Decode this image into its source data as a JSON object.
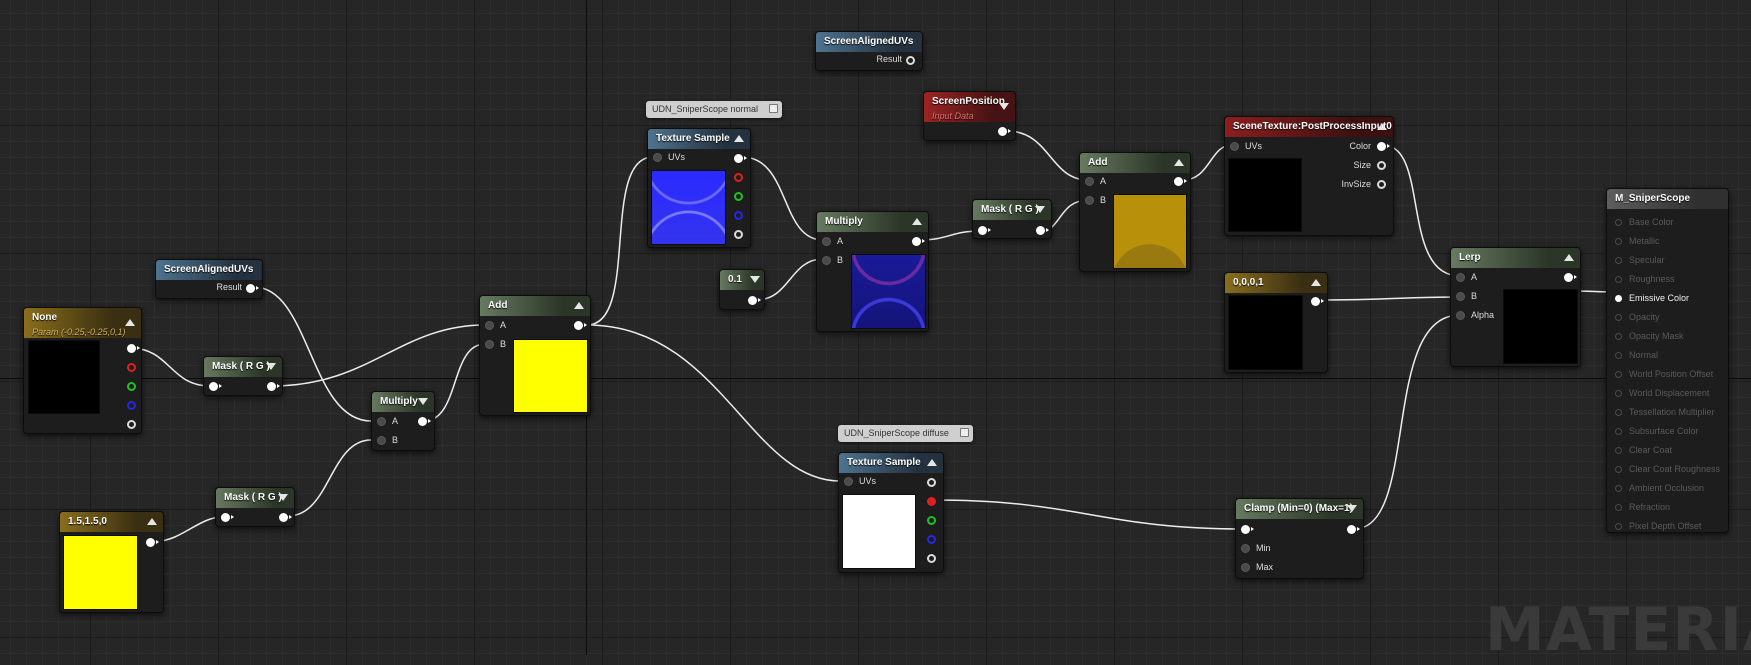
{
  "graph": {
    "watermark": "MATERIAL",
    "nodes": {
      "param_none": {
        "title": "None",
        "subtitle": "Param (-0.25,-0.25,0,1)"
      },
      "screen_uvs_left": {
        "title": "ScreenAlignedUVs",
        "result": "Result"
      },
      "screen_uvs_top": {
        "title": "ScreenAlignedUVs",
        "result": "Result"
      },
      "mask_rg_1": {
        "title": "Mask ( R G )"
      },
      "mask_rg_2": {
        "title": "Mask ( R G )"
      },
      "mask_rg_3": {
        "title": "Mask ( R G )"
      },
      "multiply_left": {
        "title": "Multiply",
        "pin_a": "A",
        "pin_b": "B"
      },
      "const_150": {
        "title": "1.5,1.5,0"
      },
      "add_center": {
        "title": "Add",
        "pin_a": "A",
        "pin_b": "B"
      },
      "tex_normal": {
        "comment": "UDN_SniperScope normal",
        "title": "Texture Sample",
        "uvs": "UVs"
      },
      "const_01": {
        "title": "0.1"
      },
      "multiply_mid": {
        "title": "Multiply",
        "pin_a": "A",
        "pin_b": "B"
      },
      "screen_position": {
        "title": "ScreenPosition",
        "subtitle": "Input Data"
      },
      "add_right": {
        "title": "Add",
        "pin_a": "A",
        "pin_b": "B"
      },
      "scene_texture": {
        "title": "SceneTexture:PostProcessInput0",
        "uvs": "UVs",
        "color": "Color",
        "size": "Size",
        "invsize": "InvSize"
      },
      "const_0001": {
        "title": "0,0,0,1"
      },
      "lerp": {
        "title": "Lerp",
        "pin_a": "A",
        "pin_b": "B",
        "alpha": "Alpha"
      },
      "tex_diffuse": {
        "comment": "UDN_SniperScope diffuse",
        "title": "Texture Sample",
        "uvs": "UVs"
      },
      "clamp": {
        "title": "Clamp (Min=0) (Max=1)",
        "min": "Min",
        "max": "Max"
      }
    },
    "material": {
      "title": "M_SniperScope",
      "inputs": [
        {
          "label": "Base Color",
          "active": false
        },
        {
          "label": "Metallic",
          "active": false
        },
        {
          "label": "Specular",
          "active": false
        },
        {
          "label": "Roughness",
          "active": false
        },
        {
          "label": "Emissive Color",
          "active": true
        },
        {
          "label": "Opacity",
          "active": false
        },
        {
          "label": "Opacity Mask",
          "active": false
        },
        {
          "label": "Normal",
          "active": false
        },
        {
          "label": "World Position Offset",
          "active": false
        },
        {
          "label": "World Displacement",
          "active": false
        },
        {
          "label": "Tessellation Multiplier",
          "active": false
        },
        {
          "label": "Subsurface Color",
          "active": false
        },
        {
          "label": "Clear Coat",
          "active": false
        },
        {
          "label": "Clear Coat Roughness",
          "active": false
        },
        {
          "label": "Ambient Occlusion",
          "active": false
        },
        {
          "label": "Refraction",
          "active": false
        },
        {
          "label": "Pixel Depth Offset",
          "active": false
        }
      ]
    },
    "colors": {
      "background": "#262626",
      "wire": "#ededed",
      "header_green": "#667a60",
      "header_blue": "#4e7390",
      "header_yellow": "#8a6e1c",
      "header_red": "#9c2424"
    }
  }
}
